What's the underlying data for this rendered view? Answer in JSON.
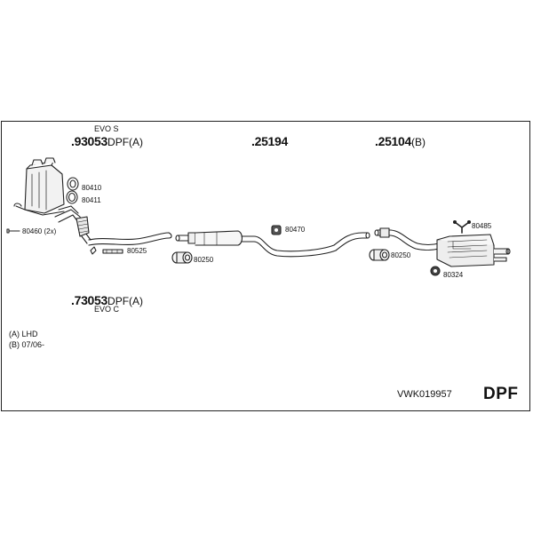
{
  "diagram": {
    "variants": {
      "top_label": "EVO S",
      "bottom_label": "EVO C"
    },
    "assemblies": [
      {
        "id": "dpf_top",
        "number": ".93053",
        "suffix": "DPF(A)"
      },
      {
        "id": "middle",
        "number": ".25194",
        "suffix": ""
      },
      {
        "id": "rear",
        "number": ".25104",
        "suffix": "(B)"
      },
      {
        "id": "dpf_bottom",
        "number": ".73053",
        "suffix": "DPF(A)"
      }
    ],
    "parts": {
      "p80410": "80410",
      "p80411": "80411",
      "p80460": "80460 (2x)",
      "p80525": "80525",
      "p80250a": "80250",
      "p80470": "80470",
      "p80250b": "80250",
      "p80485": "80485",
      "p80324": "80324"
    },
    "notes": [
      "(A) LHD",
      "(B) 07/06-"
    ],
    "kit_code": "VWK019957",
    "type": "DPF"
  }
}
